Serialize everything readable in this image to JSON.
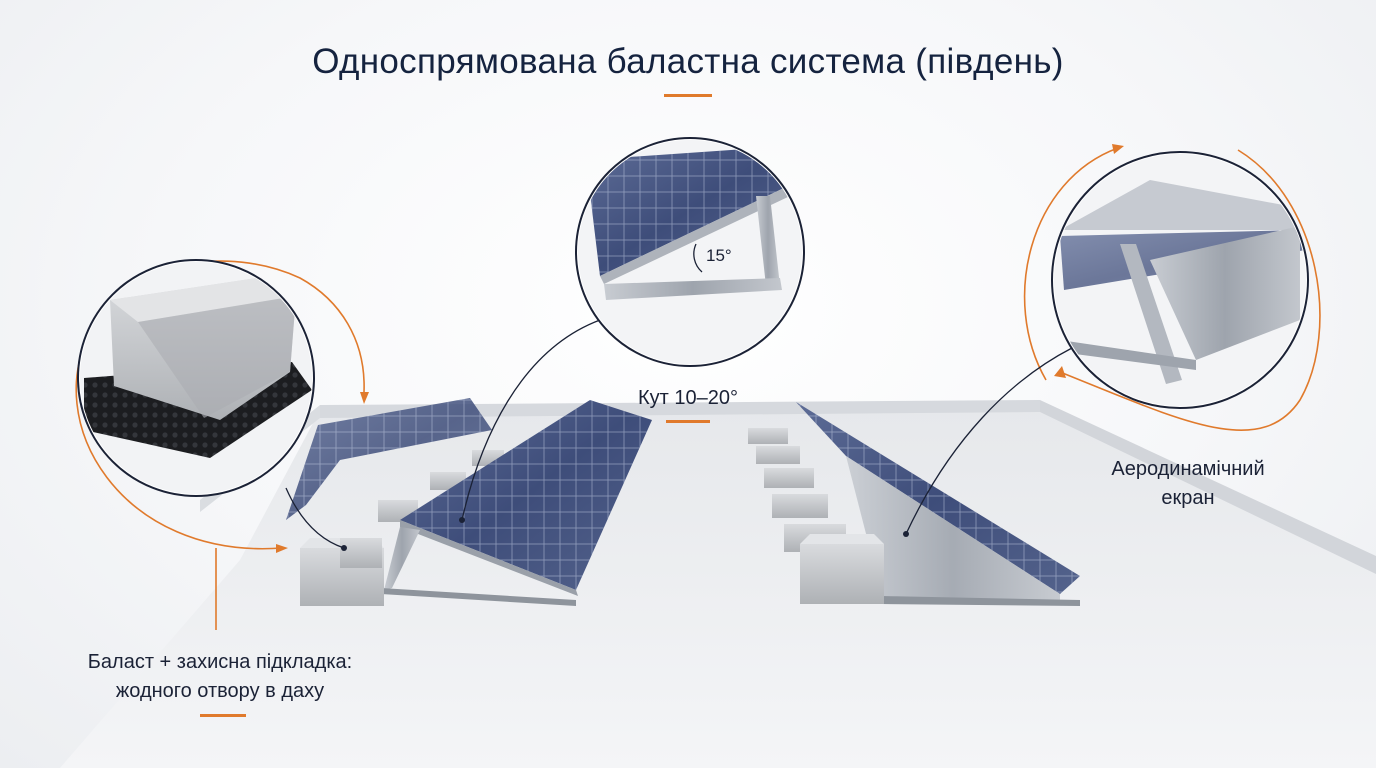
{
  "title": "Односпрямована баластна система (південь)",
  "labels": {
    "angle": "Кут 10–20°",
    "aero_line1": "Аеродинамічний",
    "aero_line2": "екран",
    "ballast_line1": "Баласт + захисна підкладка:",
    "ballast_line2": "жодного отвору в даху",
    "detail_angle": "15°"
  },
  "colors": {
    "accent": "#e07a2c",
    "title": "#15233f",
    "panel": "#3f4f7d",
    "concrete": "#c9cbce",
    "aluminium": "#b7bcc4"
  },
  "icons": [
    "ballast-block-detail",
    "tilt-angle-detail",
    "wind-deflector-detail"
  ]
}
